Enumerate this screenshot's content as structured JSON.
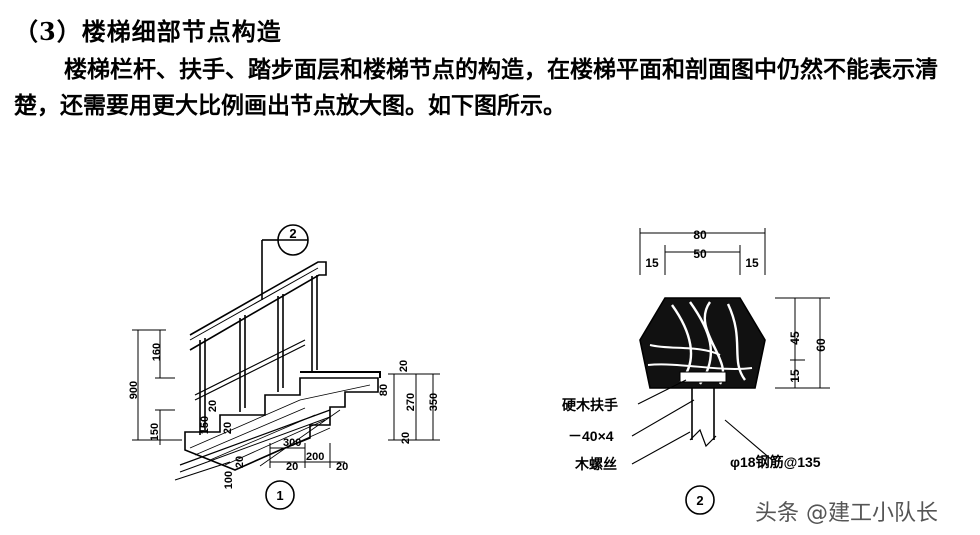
{
  "heading": "（3）楼梯细部节点构造",
  "paragraph": "楼梯栏杆、扶手、踏步面层和楼梯节点的构造，在楼梯平面和剖面图中仍然不能表示清楚，还需要用更大比例画出节点放大图。如下图所示。",
  "detail1": {
    "callout_num": "2",
    "dims": {
      "d160": "160",
      "d900": "900",
      "d150": "150",
      "d20a": "20",
      "d150b": "150",
      "d20b": "20",
      "d20c": "20",
      "d100": "100",
      "d300": "300",
      "d20d": "20",
      "d200": "200",
      "d20e": "20",
      "d80": "80",
      "d20f": "20",
      "d270": "270",
      "d350": "350",
      "d20g": "20"
    },
    "label": "1"
  },
  "detail2": {
    "dims": {
      "w80": "80",
      "w50": "50",
      "w15a": "15",
      "w15b": "15",
      "h45": "45",
      "h15": "15",
      "h60": "60"
    },
    "labels": {
      "handrail": "硬木扶手",
      "flat_bar": "－40×4",
      "screw": "木螺丝",
      "bar": "φ18钢筋@135"
    },
    "label": "2"
  },
  "watermark": "头条 @建工小队长",
  "colors": {
    "ink": "#000000",
    "watermark": "#555555"
  }
}
